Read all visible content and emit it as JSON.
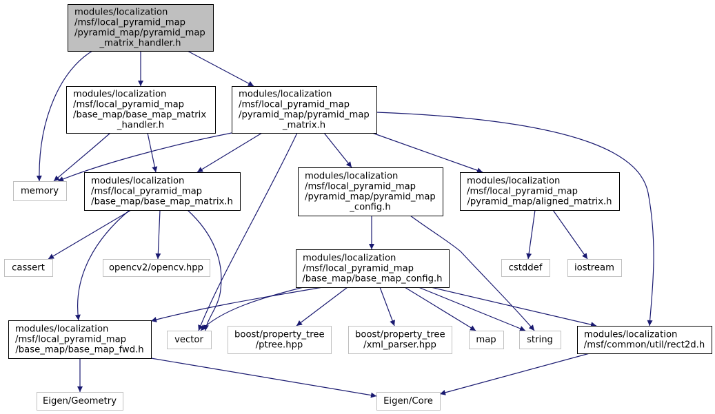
{
  "colors": {
    "edge": "#191970",
    "node_border": "#000000",
    "system_border": "#bfbfbf",
    "root_fill": "#bfbfbf",
    "background": "#ffffff"
  },
  "nodes": [
    {
      "id": "root",
      "kind": "root",
      "lines": [
        "modules/localization",
        "/msf/local_pyramid_map",
        "/pyramid_map/pyramid_map",
        "_matrix_handler.h"
      ]
    },
    {
      "id": "bmmh",
      "kind": "file",
      "lines": [
        "modules/localization",
        "/msf/local_pyramid_map",
        "/base_map/base_map_matrix",
        "_handler.h"
      ]
    },
    {
      "id": "pmm",
      "kind": "file",
      "lines": [
        "modules/localization",
        "/msf/local_pyramid_map",
        "/pyramid_map/pyramid_map",
        "_matrix.h"
      ]
    },
    {
      "id": "memory",
      "kind": "system",
      "lines": [
        "memory"
      ]
    },
    {
      "id": "bmm",
      "kind": "file",
      "lines": [
        "modules/localization",
        "/msf/local_pyramid_map",
        "/base_map/base_map_matrix.h"
      ]
    },
    {
      "id": "pmc",
      "kind": "file",
      "lines": [
        "modules/localization",
        "/msf/local_pyramid_map",
        "/pyramid_map/pyramid_map",
        "_config.h"
      ]
    },
    {
      "id": "am",
      "kind": "file",
      "lines": [
        "modules/localization",
        "/msf/local_pyramid_map",
        "/pyramid_map/aligned_matrix.h"
      ]
    },
    {
      "id": "cassert",
      "kind": "system",
      "lines": [
        "cassert"
      ]
    },
    {
      "id": "opencv",
      "kind": "system",
      "lines": [
        "opencv2/opencv.hpp"
      ]
    },
    {
      "id": "bmc",
      "kind": "file",
      "lines": [
        "modules/localization",
        "/msf/local_pyramid_map",
        "/base_map/base_map_config.h"
      ]
    },
    {
      "id": "cstddef",
      "kind": "system",
      "lines": [
        "cstddef"
      ]
    },
    {
      "id": "iostream",
      "kind": "system",
      "lines": [
        "iostream"
      ]
    },
    {
      "id": "bmf",
      "kind": "file",
      "lines": [
        "modules/localization",
        "/msf/local_pyramid_map",
        "/base_map/base_map_fwd.h"
      ]
    },
    {
      "id": "vector",
      "kind": "system",
      "lines": [
        "vector"
      ]
    },
    {
      "id": "ptree",
      "kind": "system",
      "lines": [
        "boost/property_tree",
        "/ptree.hpp"
      ]
    },
    {
      "id": "xmlparser",
      "kind": "system",
      "lines": [
        "boost/property_tree",
        "/xml_parser.hpp"
      ]
    },
    {
      "id": "map",
      "kind": "system",
      "lines": [
        "map"
      ]
    },
    {
      "id": "string",
      "kind": "system",
      "lines": [
        "string"
      ]
    },
    {
      "id": "rect2d",
      "kind": "file",
      "lines": [
        "modules/localization",
        "/msf/common/util/rect2d.h"
      ]
    },
    {
      "id": "eigengeo",
      "kind": "system",
      "lines": [
        "Eigen/Geometry"
      ]
    },
    {
      "id": "eigencore",
      "kind": "system",
      "lines": [
        "Eigen/Core"
      ]
    }
  ],
  "edges": [
    {
      "from": "root",
      "to": "memory"
    },
    {
      "from": "root",
      "to": "bmmh"
    },
    {
      "from": "root",
      "to": "pmm"
    },
    {
      "from": "bmmh",
      "to": "memory"
    },
    {
      "from": "bmmh",
      "to": "bmm"
    },
    {
      "from": "pmm",
      "to": "memory"
    },
    {
      "from": "pmm",
      "to": "bmm"
    },
    {
      "from": "pmm",
      "to": "vector"
    },
    {
      "from": "pmm",
      "to": "pmc"
    },
    {
      "from": "pmm",
      "to": "am"
    },
    {
      "from": "pmm",
      "to": "rect2d"
    },
    {
      "from": "bmm",
      "to": "cassert"
    },
    {
      "from": "bmm",
      "to": "opencv"
    },
    {
      "from": "bmm",
      "to": "bmf"
    },
    {
      "from": "bmm",
      "to": "vector"
    },
    {
      "from": "pmc",
      "to": "bmc"
    },
    {
      "from": "pmc",
      "to": "string"
    },
    {
      "from": "am",
      "to": "cstddef"
    },
    {
      "from": "am",
      "to": "iostream"
    },
    {
      "from": "bmc",
      "to": "bmf"
    },
    {
      "from": "bmc",
      "to": "vector"
    },
    {
      "from": "bmc",
      "to": "ptree"
    },
    {
      "from": "bmc",
      "to": "xmlparser"
    },
    {
      "from": "bmc",
      "to": "map"
    },
    {
      "from": "bmc",
      "to": "string"
    },
    {
      "from": "bmc",
      "to": "rect2d"
    },
    {
      "from": "bmf",
      "to": "eigengeo"
    },
    {
      "from": "bmf",
      "to": "eigencore"
    },
    {
      "from": "rect2d",
      "to": "eigencore"
    }
  ]
}
